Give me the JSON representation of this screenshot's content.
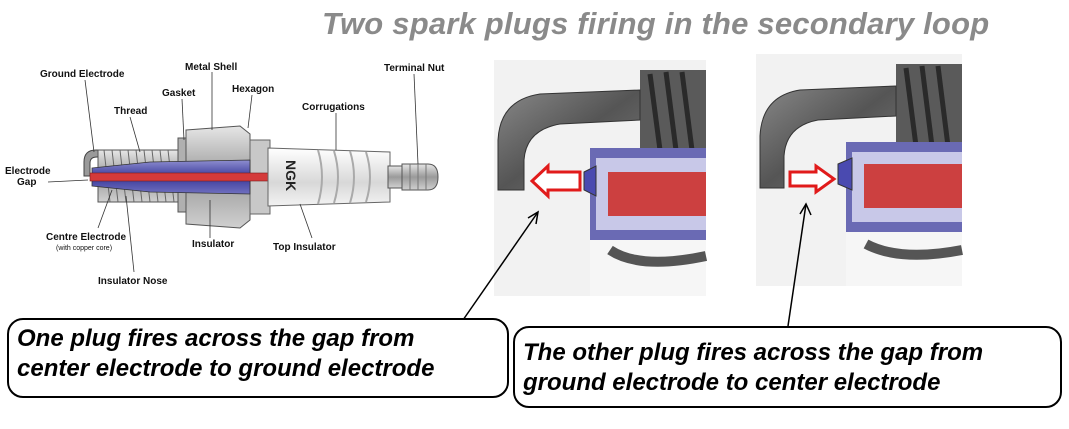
{
  "title": "Two spark plugs firing in the secondary loop",
  "plug_labels": {
    "ground_electrode": "Ground Electrode",
    "metal_shell": "Metal Shell",
    "terminal_nut": "Terminal Nut",
    "gasket": "Gasket",
    "hexagon": "Hexagon",
    "thread": "Thread",
    "corrugations": "Corrugations",
    "electrode_gap_1": "Electrode",
    "electrode_gap_2": "Gap",
    "centre_electrode": "Centre Electrode",
    "centre_electrode_note": "(with copper core)",
    "insulator": "Insulator",
    "top_insulator": "Top Insulator",
    "insulator_nose": "Insulator Nose",
    "brand": "NGK"
  },
  "callout_left": {
    "line1": "One plug fires across the gap from",
    "line2": "center electrode to ground electrode"
  },
  "callout_right": {
    "line1": "The other plug fires across the gap from",
    "line2": "ground electrode to center electrode"
  },
  "colors": {
    "title": "#8a8a8a",
    "arrow_red": "#e11b1b",
    "insulator_blue": "#4a4aa0",
    "core_red": "#d43a3a"
  }
}
